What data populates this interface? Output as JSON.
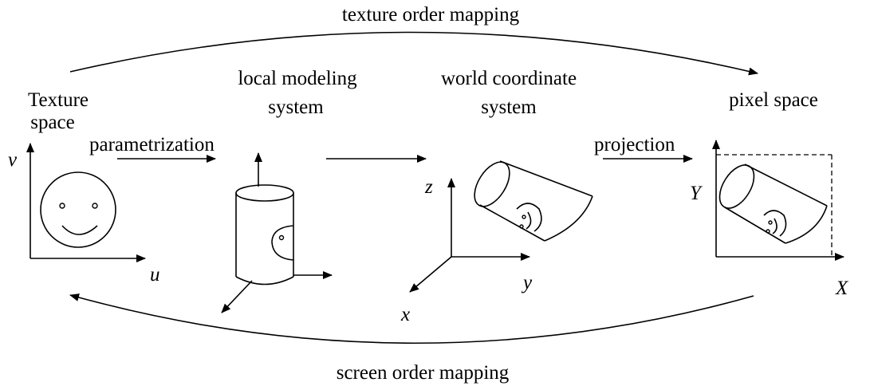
{
  "mappings": {
    "top": "texture order mapping",
    "bottom": "screen order mapping"
  },
  "stages": {
    "texture": {
      "line1": "Texture",
      "line2": "space",
      "axis_v": "v",
      "axis_u": "u"
    },
    "local": {
      "line1": "local modeling",
      "line2": "system"
    },
    "world": {
      "line1": "world coordinate",
      "line2": "system",
      "axis_z": "z",
      "axis_y": "y",
      "axis_x": "x"
    },
    "pixel": {
      "line1": "pixel space",
      "axis_Y": "Y",
      "axis_X": "X"
    }
  },
  "transforms": {
    "parametrization": "parametrization",
    "projection": "projection"
  }
}
